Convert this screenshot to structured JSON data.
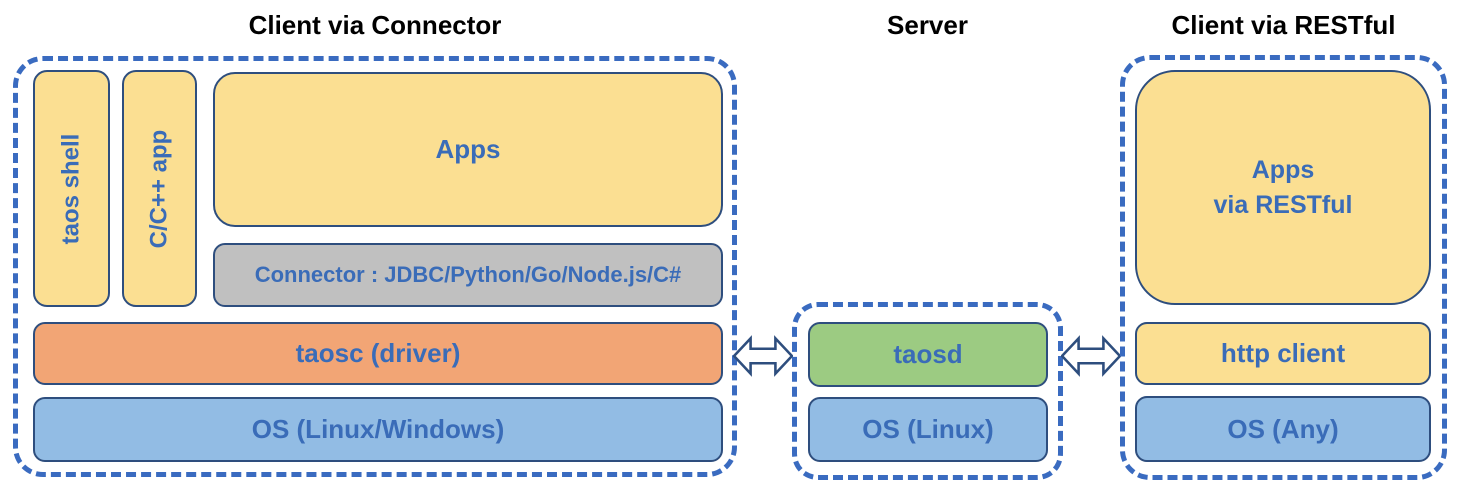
{
  "diagram": {
    "client_connector": {
      "title": "Client via Connector",
      "taos_shell": "taos shell",
      "cpp_app": "C/C++ app",
      "apps": "Apps",
      "connector": "Connector : JDBC/Python/Go/Node.js/C#",
      "taosc": "taosc (driver)",
      "os": "OS (Linux/Windows)"
    },
    "server": {
      "title": "Server",
      "taosd": "taosd",
      "os": "OS (Linux)"
    },
    "client_restful": {
      "title": "Client via RESTful",
      "apps_line1": "Apps",
      "apps_line2": "via RESTful",
      "http_client": "http client",
      "os": "OS (Any)"
    },
    "icons": {
      "left_link": "bidirectional-arrow",
      "right_link": "bidirectional-arrow"
    },
    "colors": {
      "yellow_box": "#fbdf92",
      "orange_box": "#f2a575",
      "blue_box": "#92bce4",
      "green_box": "#9ccb82",
      "gray_box": "#c0c0c0",
      "box_border": "#2e4e7e",
      "dashed_border": "#3a6bc0",
      "label_blue": "#3a6cb8",
      "title_black": "#000000"
    }
  }
}
